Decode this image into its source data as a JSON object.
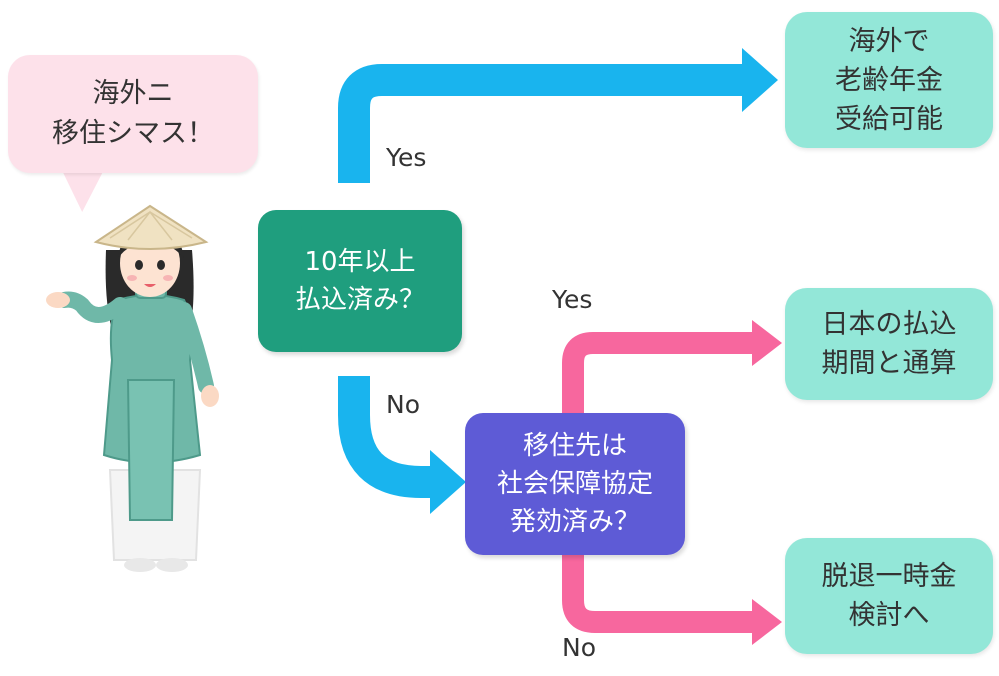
{
  "speech": {
    "text": "海外ニ\n移住シマス！"
  },
  "decision1": {
    "text": "10年以上\n払込済み？"
  },
  "decision2": {
    "text": "移住先は\n社会保障協定\n発効済み？"
  },
  "results": {
    "overseas_pension": "海外で\n老齢年金\n受給可能",
    "period_totalization": "日本の払込\n期間と通算",
    "lump_sum": "脱退一時金\n検討へ"
  },
  "labels": {
    "yes_top": "Yes",
    "no_top": "No",
    "yes_bottom": "Yes",
    "no_bottom": "No"
  },
  "colors": {
    "arrow_blue": "#19b4ee",
    "arrow_pink": "#f7679e",
    "decision_green": "#1f9e7e",
    "decision_purple": "#5e5bd6",
    "result_mint": "#93e7d8",
    "bubble_pink": "#fde1ea"
  },
  "icons": {
    "character": "woman-in-ao-dai-with-conical-hat-illustration"
  }
}
